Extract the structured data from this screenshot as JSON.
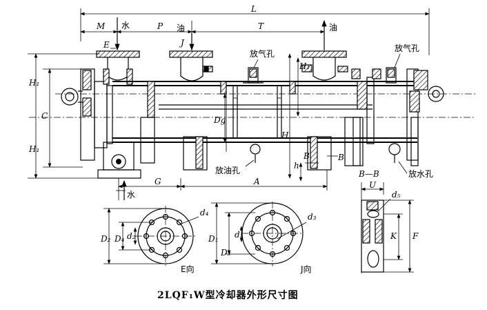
{
  "caption": "2LQF₁W型冷却器外形尺寸图",
  "labels": {
    "L": "L",
    "M": "M",
    "P": "P",
    "T": "T",
    "E_top": "E",
    "J_top": "J",
    "water_top": "水",
    "oil_mid": "油",
    "oil_right": "油",
    "vent1": "放气孔",
    "vent2": "放气孔",
    "H1_left": "H₁",
    "C": "C",
    "H1_left_low": "H₁",
    "H1_mid": "H₁",
    "Dg": "Dg",
    "H": "H",
    "h": "h",
    "B_sect": "B",
    "B_right": "B",
    "BB": "B—B",
    "oil_drain": "放油孔",
    "water_drain": "放水孔",
    "G": "G",
    "A": "A",
    "water_bottom": "水",
    "U": "U",
    "d5": "d₅",
    "K": "K",
    "F": "F",
    "d4": "d₄",
    "D2": "D₂",
    "D4": "D₄",
    "d2": "d₂",
    "E_view": "E向",
    "d3": "d₃",
    "D1": "D₁",
    "D3": "D₃",
    "d1": "d₁",
    "J_view": "J向"
  }
}
